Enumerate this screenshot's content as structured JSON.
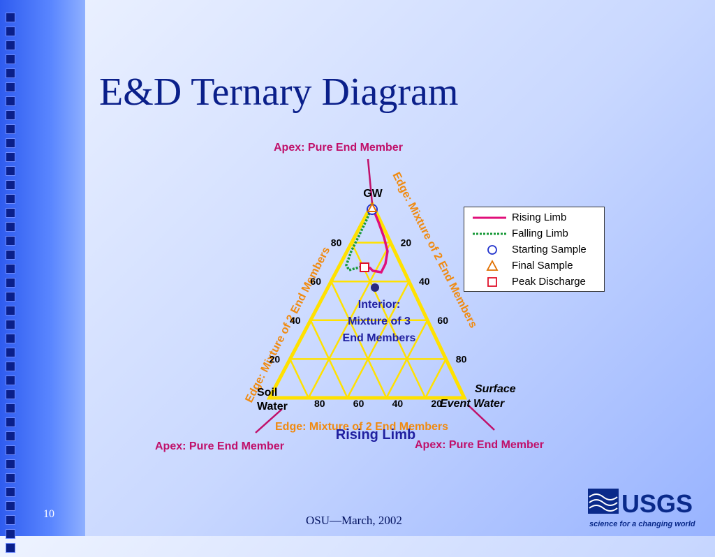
{
  "slide": {
    "title": "E&D Ternary Diagram",
    "number": "10",
    "footer": "OSU—March, 2002"
  },
  "diagram": {
    "apex_top_annotation": "Apex: Pure End Member",
    "apex_left_annotation": "Apex: Pure End Member",
    "apex_right_annotation": "Apex: Pure End Member",
    "edge_left_annotation": "Edge: Mixture of 2 End Members",
    "edge_right_annotation": "Edge: Mixture of 2 End Members",
    "edge_bottom_annotation": "Edge: Mixture of 2 End Members",
    "interior_line1": "Interior:",
    "interior_line2": "Mixture of 3",
    "interior_line3": "End Members",
    "apex_top": "GW",
    "apex_left_line1": "Soil",
    "apex_left_line2": "Water",
    "apex_right_line1": "Surface",
    "apex_right_line2": "Event Water",
    "bottom_caption": "Rising Limb",
    "left_ticks": [
      "80",
      "60",
      "40",
      "20"
    ],
    "right_ticks": [
      "20",
      "40",
      "60",
      "80"
    ],
    "bottom_ticks": [
      "80",
      "60",
      "40",
      "20"
    ]
  },
  "legend": {
    "items": [
      {
        "label": "Rising Limb",
        "color": "#e0107a",
        "symbol": "line"
      },
      {
        "label": "Falling Limb",
        "color": "#1a9a3a",
        "symbol": "dotted-line"
      },
      {
        "label": "Starting Sample",
        "color": "#2233cc",
        "symbol": "circle"
      },
      {
        "label": "Final Sample",
        "color": "#e07000",
        "symbol": "triangle"
      },
      {
        "label": "Peak Discharge",
        "color": "#e0102a",
        "symbol": "square"
      }
    ]
  },
  "logo": {
    "name": "USGS",
    "tagline": "science for a changing world"
  },
  "colors": {
    "title": "#0a1f8a",
    "triangle": "#ffe100",
    "annotation_magenta": "#c0106a",
    "annotation_orange": "#f08a10",
    "interior_text": "#2020a0"
  }
}
